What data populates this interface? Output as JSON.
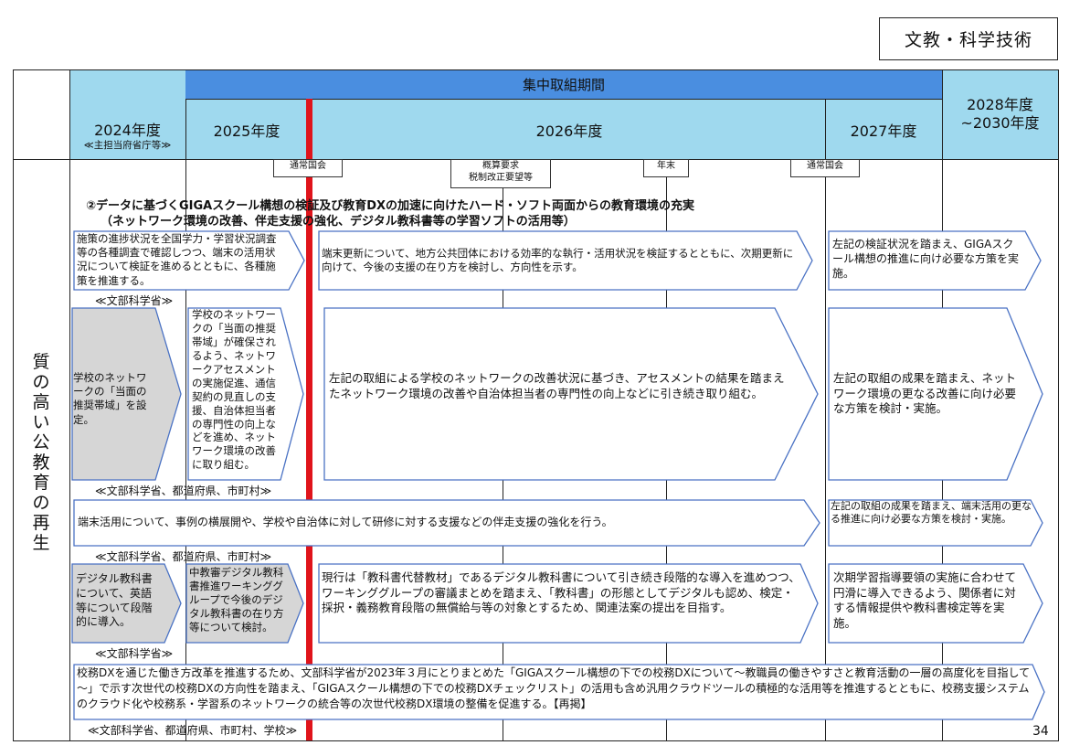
{
  "page_label": "文教・科学技術",
  "page_number": "34",
  "header": {
    "intensive_period": "集中取組期間",
    "year_2024": "2024年度",
    "year_2024_sub": "≪主担当府省庁等≫",
    "year_2025": "2025年度",
    "year_2026": "2026年度",
    "year_2027": "2027年度",
    "year_2028_line1": "2028年度",
    "year_2028_line2": "~2030年度"
  },
  "row_label": "質の高い公教育の再生",
  "events": {
    "e1": "通常国会",
    "e2_line1": "概算要求",
    "e2_line2": "税制改正要望等",
    "e3": "年末",
    "e4": "通常国会"
  },
  "section_title_line1": "②データに基づくGIGAスクール構想の検証及び教育DXの加速に向けたハード・ソフト両面からの教育環境の充実",
  "section_title_line2": "（ネットワーク環境の改善、伴走支援の強化、デジタル教科書等の学習ソフトの活用等）",
  "rows": [
    {
      "a": "施策の進捗状況を全国学力・学習状況調査等の各種調査で確認しつつ、端末の活用状況について検証を進めるとともに、各種施策を推進する。",
      "b": "端末更新について、地方公共団体における効率的な執行・活用状況を検証するとともに、次期更新に向けて、今後の支援の在り方を検討し、方向性を示す。",
      "c": "左記の検証状況を踏まえ、GIGAスクール構想の推進に向け必要な方策を実施。",
      "ministry": "≪文部科学省≫"
    },
    {
      "a": "学校のネットワークの「当面の推奨帯域」を設定。",
      "a2": "学校のネットワークの「当面の推奨帯域」が確保されるよう、ネットワークアセスメントの実施促進、通信契約の見直しの支援、自治体担当者の専門性の向上などを進め、ネットワーク環境の改善に取り組む。",
      "b": "左記の取組による学校のネットワークの改善状況に基づき、アセスメントの結果を踏まえたネットワーク環境の改善や自治体担当者の専門性の向上などに引き続き取り組む。",
      "c": "左記の取組の成果を踏まえ、ネットワーク環境の更なる改善に向け必要な方策を検討・実施。",
      "ministry": "≪文部科学省、都道府県、市町村≫"
    },
    {
      "b": "端末活用について、事例の横展開や、学校や自治体に対して研修に対する支援などの伴走支援の強化を行う。",
      "c": "左記の取組の成果を踏まえ、端末活用の更なる推進に向け必要な方策を検討・実施。",
      "ministry": "≪文部科学省、都道府県、市町村≫"
    },
    {
      "a": "デジタル教科書について、英語等について段階的に導入。",
      "a2": "中教審デジタル教科書推進ワーキンググループで今後のデジタル教科書の在り方等について検討。",
      "b": "現行は「教科書代替教材」であるデジタル教科書について引き続き段階的な導入を進めつつ、ワーキンググループの審議まとめを踏まえ、「教科書」の形態としてデジタルも認め、検定・採択・義務教育段階の無償給与等の対象とするため、関連法案の提出を目指す。",
      "c": "次期学習指導要領の実施に合わせて円滑に導入できるよう、関係者に対する情報提供や教科書検定等を実施。",
      "ministry": "≪文部科学省≫"
    },
    {
      "b": "校務DXを通じた働き方改革を推進するため、文部科学省が2023年３月にとりまとめた「GIGAスクール構想の下での校務DXについて～教職員の働きやすさと教育活動の一層の高度化を目指して～」で示す次世代の校務DXの方向性を踏まえ、「GIGAスクール構想の下での校務DXチェックリスト」の活用も含め汎用クラウドツールの積極的な活用等を推進するとともに、校務支援システムのクラウド化や校務系・学習系のネットワークの統合等の次世代校務DX環境の整備を促進する。【再掲】",
      "ministry": "≪文部科学省、都道府県、市町村、学校≫"
    }
  ],
  "colors": {
    "header_light": "#9fd9ee",
    "header_dark": "#4a8ee0",
    "arrow_border": "#4a72c4",
    "gray_box": "#d6d6d6",
    "red_line": "#e0141b"
  }
}
